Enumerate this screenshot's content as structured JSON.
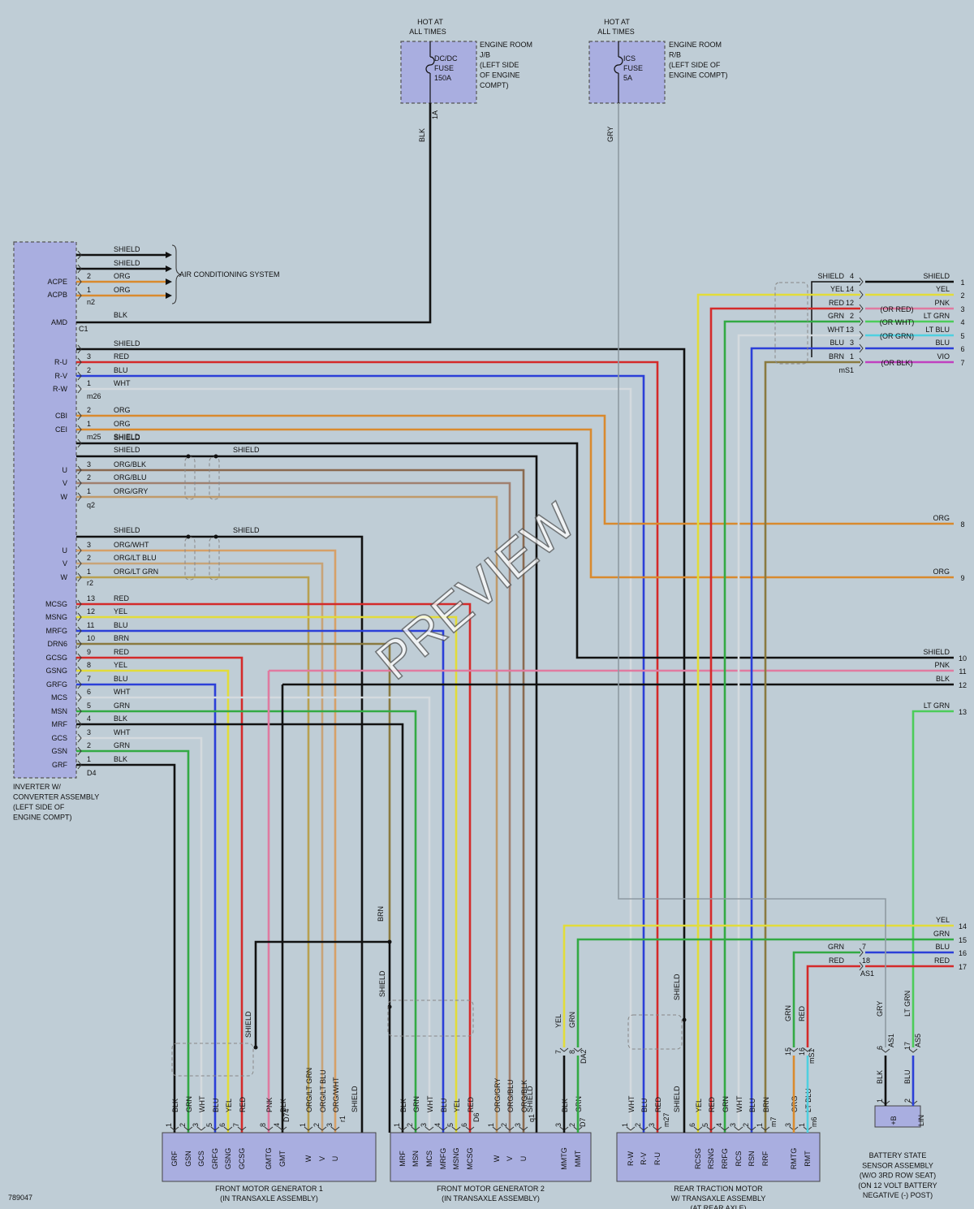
{
  "fuses": {
    "dcdc": {
      "hot": "HOT AT ALL TIMES",
      "name": "DC/DC",
      "fuse": "FUSE",
      "amp": "150A",
      "loc1": "ENGINE ROOM",
      "loc2": "J/B",
      "loc3": "(LEFT SIDE",
      "loc4": "OF ENGINE",
      "loc5": "COMPT)",
      "pin": "1A",
      "wire": "BLK"
    },
    "ics": {
      "hot": "HOT AT ALL TIMES",
      "name": "ICS",
      "fuse": "FUSE",
      "amp": "5A",
      "loc1": "ENGINE ROOM",
      "loc2": "R/B",
      "loc3": "(LEFT SIDE OF",
      "loc4": "ENGINE COMPT)",
      "wire": "GRY"
    }
  },
  "inverter": {
    "label": [
      "INVERTER W/",
      "CONVERTER ASSEMBLY",
      "(LEFT SIDE OF",
      "ENGINE COMPT)"
    ],
    "terminals": [
      "ACPE",
      "ACPB",
      "AMD",
      "R-U",
      "R-V",
      "R-W",
      "CBI",
      "CEI",
      "U",
      "V",
      "W",
      "U",
      "V",
      "W",
      "MCSG",
      "MSNG",
      "MRFG",
      "DRN6",
      "GCSG",
      "GSNG",
      "GRFG",
      "MCS",
      "MSN",
      "MRF",
      "GCS",
      "GSN",
      "GRF"
    ],
    "connectors": [
      "n2",
      "C1",
      "m26",
      "m25",
      "q2",
      "r2",
      "D4"
    ],
    "ac_label": "AIR CONDITIONING SYSTEM",
    "shield": "SHIELD"
  },
  "wires": [
    {
      "pin": "",
      "color": "SHIELD",
      "hex": "#111111"
    },
    {
      "pin": "",
      "color": "SHIELD",
      "hex": "#111111"
    },
    {
      "pin": "2",
      "color": "ORG",
      "hex": "#d98a2e"
    },
    {
      "pin": "1",
      "color": "ORG",
      "hex": "#d98a2e"
    },
    {
      "pin": "",
      "color": "BLK",
      "hex": "#111111"
    },
    {
      "pin": "",
      "color": "SHIELD",
      "hex": "#111111"
    },
    {
      "pin": "3",
      "color": "RED",
      "hex": "#d42a2a"
    },
    {
      "pin": "2",
      "color": "BLU",
      "hex": "#2b3fd8"
    },
    {
      "pin": "1",
      "color": "WHT",
      "hex": "#cfd6dc"
    },
    {
      "pin": "2",
      "color": "ORG",
      "hex": "#d98a2e"
    },
    {
      "pin": "1",
      "color": "ORG",
      "hex": "#d98a2e"
    },
    {
      "pin": "",
      "color": "SHIELD",
      "hex": "#111111"
    },
    {
      "pin": "",
      "color": "SHIELD",
      "hex": "#111111"
    },
    {
      "pin": "3",
      "color": "ORG/BLK",
      "hex": "#b5855a"
    },
    {
      "pin": "2",
      "color": "ORG/BLU",
      "hex": "#a58a7a"
    },
    {
      "pin": "1",
      "color": "ORG/GRY",
      "hex": "#c9a070"
    },
    {
      "pin": "",
      "color": "SHIELD",
      "hex": "#111111"
    },
    {
      "pin": "3",
      "color": "ORG/WHT",
      "hex": "#d6a36a"
    },
    {
      "pin": "2",
      "color": "ORG/LT BLU",
      "hex": "#c8a478"
    },
    {
      "pin": "1",
      "color": "ORG/LT GRN",
      "hex": "#c4a15a"
    },
    {
      "pin": "13",
      "color": "RED",
      "hex": "#d42a2a"
    },
    {
      "pin": "12",
      "color": "YEL",
      "hex": "#e6e040"
    },
    {
      "pin": "11",
      "color": "BLU",
      "hex": "#2b3fd8"
    },
    {
      "pin": "10",
      "color": "BRN",
      "hex": "#8a7a40"
    },
    {
      "pin": "9",
      "color": "RED",
      "hex": "#d42a2a"
    },
    {
      "pin": "8",
      "color": "YEL",
      "hex": "#e6e040"
    },
    {
      "pin": "7",
      "color": "BLU",
      "hex": "#2b3fd8"
    },
    {
      "pin": "6",
      "color": "WHT",
      "hex": "#cfd6dc"
    },
    {
      "pin": "5",
      "color": "GRN",
      "hex": "#33aa44"
    },
    {
      "pin": "4",
      "color": "BLK",
      "hex": "#111111"
    },
    {
      "pin": "3",
      "color": "WHT",
      "hex": "#cfd6dc"
    },
    {
      "pin": "2",
      "color": "GRN",
      "hex": "#33aa44"
    },
    {
      "pin": "1",
      "color": "BLK",
      "hex": "#111111"
    }
  ],
  "right_side": {
    "top_rows": [
      {
        "pin": "4",
        "color": "SHIELD",
        "out": "SHIELD",
        "num": "1",
        "alt": ""
      },
      {
        "pin": "14",
        "color": "YEL",
        "out": "YEL",
        "num": "2",
        "alt": ""
      },
      {
        "pin": "12",
        "color": "RED",
        "out": "PNK",
        "num": "3",
        "alt": "(OR RED)"
      },
      {
        "pin": "2",
        "color": "GRN",
        "out": "LT GRN",
        "num": "4",
        "alt": "(OR WHT)"
      },
      {
        "pin": "13",
        "color": "WHT",
        "out": "LT BLU",
        "num": "5",
        "alt": "(OR GRN)"
      },
      {
        "pin": "3",
        "color": "BLU",
        "out": "BLU",
        "num": "6",
        "alt": ""
      },
      {
        "pin": "1",
        "color": "BRN",
        "out": "VIO",
        "num": "7",
        "alt": "(OR BLK)"
      }
    ],
    "top_connector": "mS1",
    "mid_rows": [
      {
        "color": "ORG",
        "num": "8"
      },
      {
        "color": "ORG",
        "num": "9"
      },
      {
        "color": "SHIELD",
        "num": "10"
      },
      {
        "color": "PNK",
        "num": "11"
      },
      {
        "color": "BLK",
        "num": "12"
      },
      {
        "color": "LT GRN",
        "num": "13"
      }
    ],
    "bot_rows": [
      {
        "color": "YEL",
        "num": "14"
      },
      {
        "color": "GRN",
        "num": "15"
      },
      {
        "color": "BLU",
        "num": "16"
      },
      {
        "color": "RED",
        "num": "17"
      }
    ],
    "as1": {
      "rows": [
        {
          "color": "GRN",
          "pin": "7"
        },
        {
          "color": "RED",
          "pin": "18"
        }
      ],
      "connector": "AS1"
    }
  },
  "components": {
    "fmg1": {
      "label": [
        "FRONT MOTOR GENERATOR 1",
        "(IN TRANSAXLE ASSEMBLY)"
      ],
      "terms": [
        "GRF",
        "GSN",
        "GCS",
        "GRFG",
        "GSNG",
        "GCSG",
        "GMTG",
        "GMT",
        "W",
        "V",
        "U"
      ],
      "pins": [
        "1",
        "2",
        "3",
        "5",
        "6",
        "7",
        "8",
        "4",
        "1",
        "2",
        "3"
      ],
      "wires": [
        "BLK",
        "GRN",
        "WHT",
        "BLU",
        "YEL",
        "RED",
        "PNK",
        "BLK",
        "ORG/LT GRN",
        "ORG/LT BLU",
        "ORG/WHT"
      ],
      "conn": [
        "D74",
        "r1"
      ],
      "shield": "SHIELD"
    },
    "fmg2": {
      "label": [
        "FRONT MOTOR GENERATOR 2",
        "(IN TRANSAXLE ASSEMBLY)"
      ],
      "terms": [
        "MRF",
        "MSN",
        "MCS",
        "MRFG",
        "MSNG",
        "MCSG",
        "W",
        "V",
        "U"
      ],
      "pins": [
        "1",
        "2",
        "3",
        "4",
        "5",
        "6",
        "1",
        "2",
        "3"
      ],
      "wires": [
        "BLK",
        "GRN",
        "WHT",
        "BLU",
        "YEL",
        "RED",
        "ORG/GRY",
        "ORG/BLU",
        "ORG/BLK"
      ],
      "conn": [
        "D6",
        "q1"
      ],
      "shield": "SHIELD"
    },
    "mmt": {
      "terms": [
        "MMTG",
        "MMT"
      ],
      "pins": [
        "3",
        "2"
      ],
      "wires": [
        "BLK",
        "GRN"
      ],
      "conn": "D7",
      "da2": "DA2",
      "da2pins": [
        "7",
        "8"
      ],
      "da2wires": [
        "YEL",
        "GRN"
      ]
    },
    "rtm": {
      "label": [
        "REAR TRACTION MOTOR",
        "W/ TRANSAXLE ASSEMBLY",
        "(AT REAR AXLE)"
      ],
      "terms": [
        "R-W",
        "R-V",
        "R-U",
        "RCSG",
        "RSNG",
        "RRFG",
        "RCS",
        "RSN",
        "RRF",
        "RMTG",
        "RMT"
      ],
      "pins": [
        "1",
        "2",
        "3",
        "6",
        "5",
        "4",
        "3",
        "2",
        "1",
        "3",
        "1"
      ],
      "wires": [
        "WHT",
        "BLU",
        "RED",
        "YEL",
        "RED",
        "GRN",
        "WHT",
        "BLU",
        "BRN",
        "ORG",
        "LT BLU"
      ],
      "conn": [
        "m27",
        "m7",
        "m6"
      ],
      "shield": "SHIELD",
      "ms1": "mS1",
      "ms1pins": [
        "15",
        "16"
      ],
      "ms1wires": [
        "GRN",
        "RED"
      ]
    },
    "bss": {
      "label": [
        "BATTERY STATE",
        "SENSOR ASSEMBLY",
        "(W/O 3RD ROW SEAT)",
        "(ON 12 VOLT BATTERY",
        "NEGATIVE (-) POST)"
      ],
      "terms": [
        "+B",
        "LIN"
      ],
      "pins": [
        "1",
        "2"
      ],
      "wires": [
        "BLK",
        "BLU"
      ],
      "as1pins": [
        "6",
        "17"
      ],
      "as1wires": [
        "GRY",
        "LT GRN"
      ],
      "as1": "AS1",
      "as5": "AS5"
    }
  },
  "misc": {
    "brn": "BRN",
    "shield": "SHIELD",
    "code": "789047",
    "watermark": "PREVIEW"
  }
}
